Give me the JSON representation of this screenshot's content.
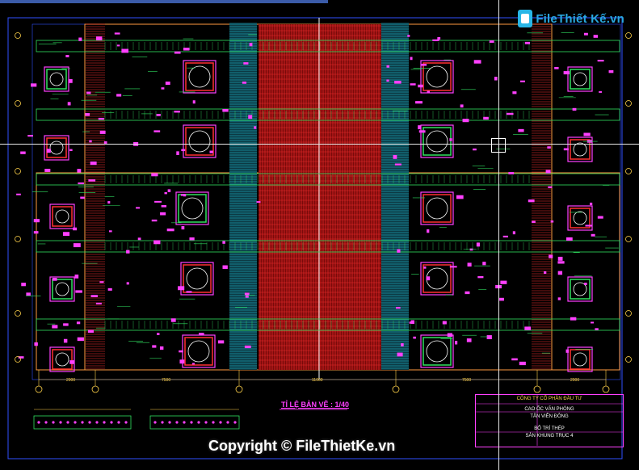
{
  "drawing": {
    "scale_label": "TỈ LỆ BẢN VẼ : 1/40",
    "dimensions": [
      "2900",
      "7500",
      "11000",
      "7500",
      "2900"
    ],
    "colors": {
      "background": "#000000",
      "rebar": "#ff3030",
      "mesh": "#20c8e0",
      "annotation": "#ff40ff",
      "gridline": "#ffd24a",
      "beam": "#30e060"
    }
  },
  "title_block": {
    "company": "CÔNG TY CỔ PHẦN ĐẦU TƯ",
    "project_line1": "CAO ỐC VĂN PHÒNG",
    "project_line2": "TÂN VIÊN ĐÔNG",
    "drawing_line1": "BỐ TRÍ THÉP",
    "drawing_line2": "SÀN KHUNG TRỤC 4"
  },
  "watermark": {
    "logo": "FileThiết Kế.vn",
    "copyright": "Copyright © FileThietKe.vn"
  },
  "icons": {
    "logo": "file-logo-icon",
    "cursor": "crosshair-cursor-icon"
  }
}
